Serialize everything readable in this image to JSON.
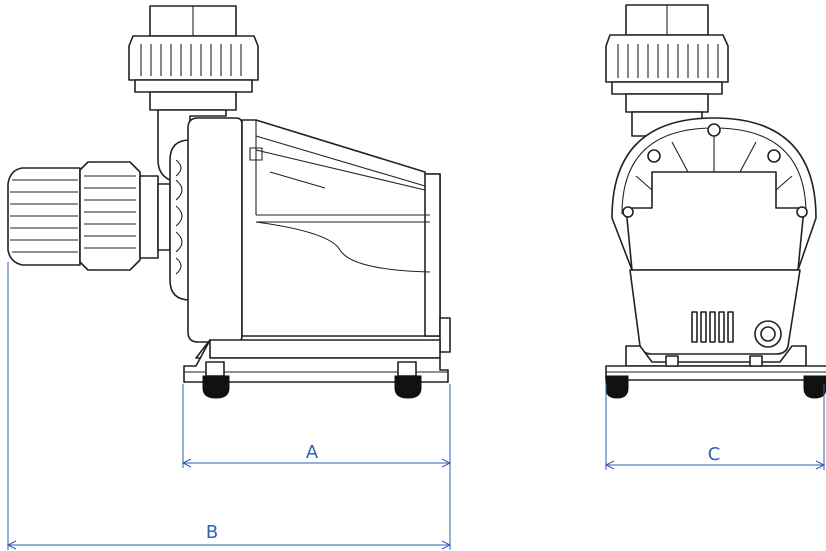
{
  "dimensions": {
    "a": "A",
    "b": "B",
    "c": "C"
  },
  "colors": {
    "dimension_line": "#2f5fb0",
    "outline": "#222222",
    "foot": "#111111"
  }
}
